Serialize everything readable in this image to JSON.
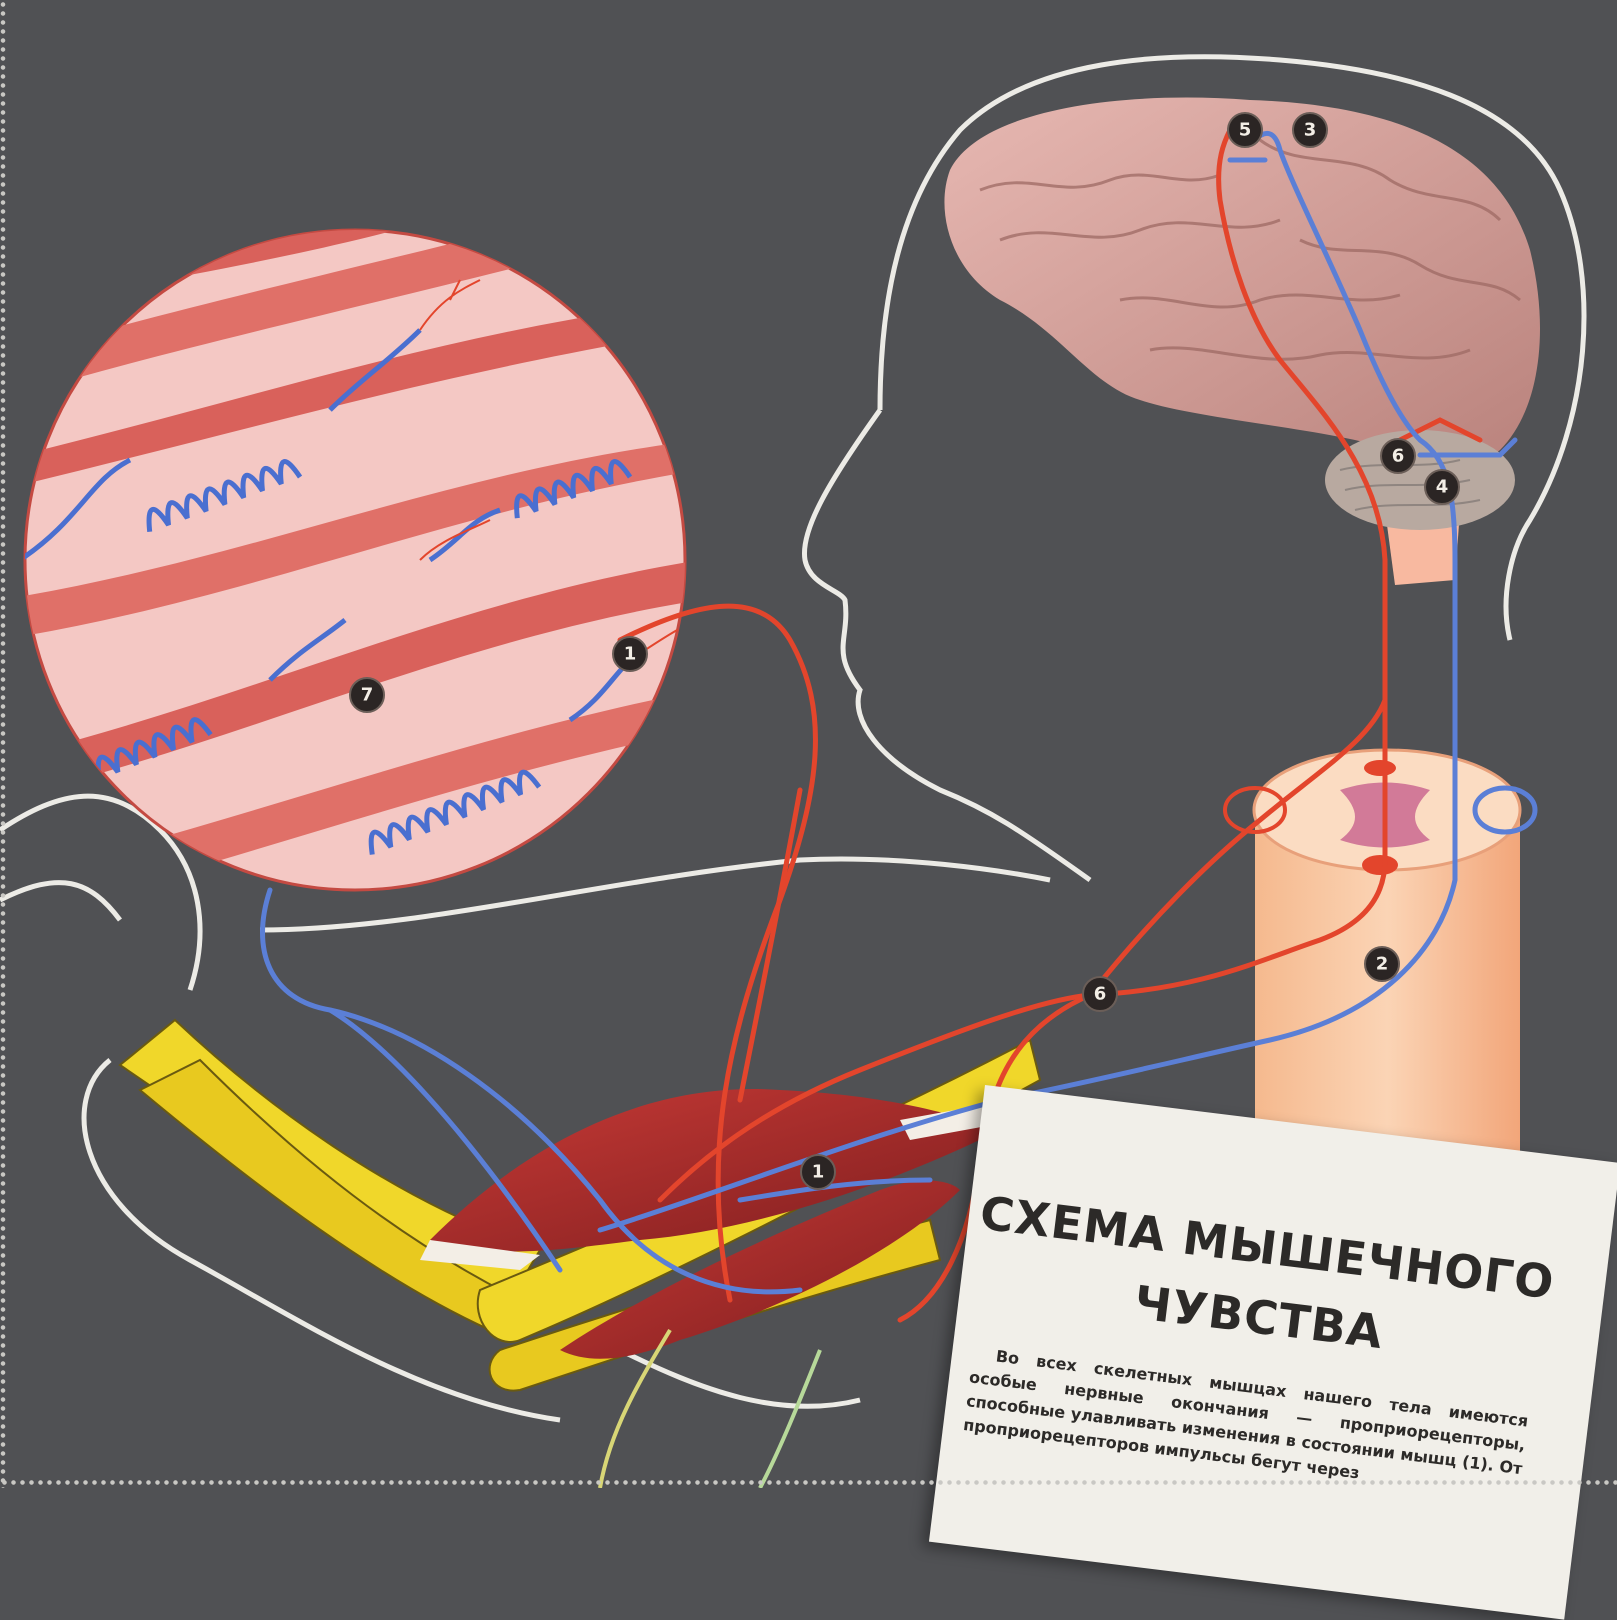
{
  "markers": [
    "1",
    "1",
    "2",
    "3",
    "4",
    "5",
    "6",
    "6",
    "7"
  ],
  "card": {
    "title_line1": "СХЕМА МЫШЕЧНОГО",
    "title_line2": "ЧУВСТВА",
    "body": "Во всех скелетных мышцах нашего тела имеются особые нервные окончания — проприорецепторы, способные улавливать изменения в состоянии мышц (1). От проприорецепторов импульсы бегут через"
  },
  "colors": {
    "background": "#505154",
    "outline": "#ecebe6",
    "nerve_red": "#e3452c",
    "nerve_blue": "#5b7fd6",
    "bone": "#f0d72a",
    "muscle": "#b02a2a",
    "brain": "#d9a5a0",
    "spine": "#f6c6a2"
  }
}
